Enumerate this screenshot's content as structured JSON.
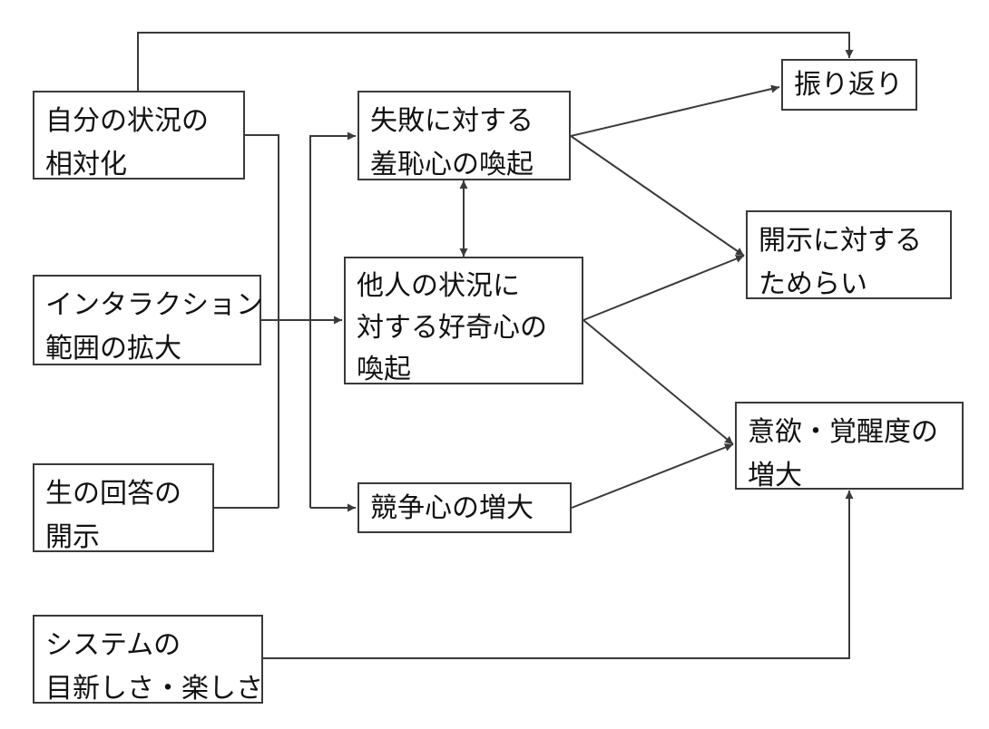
{
  "nodes": {
    "self_relativization": {
      "label": "自分の状況の\n相対化"
    },
    "interaction_expansion": {
      "label": "インタラクション\n範囲の拡大"
    },
    "raw_answer_disclosure": {
      "label": "生の回答の\n開示"
    },
    "system_novelty": {
      "label": "システムの\n目新しさ・楽しさ"
    },
    "shame_arousal": {
      "label": "失敗に対する\n羞恥心の喚起"
    },
    "curiosity_arousal": {
      "label": "他人の状況に\n対する好奇心の\n喚起"
    },
    "competition_increase": {
      "label": "競争心の増大"
    },
    "reflection": {
      "label": "振り返り"
    },
    "disclosure_hesitation": {
      "label": "開示に対する\nためらい"
    },
    "motivation_increase": {
      "label": "意欲・覚醒度の\n増大"
    }
  },
  "edges": [
    {
      "from": "self_relativization",
      "to": "reflection"
    },
    {
      "from": "self_relativization",
      "to": "shame_arousal"
    },
    {
      "from": "self_relativization",
      "to": "curiosity_arousal"
    },
    {
      "from": "self_relativization",
      "to": "competition_increase"
    },
    {
      "from": "interaction_expansion",
      "to": "shame_arousal"
    },
    {
      "from": "interaction_expansion",
      "to": "curiosity_arousal"
    },
    {
      "from": "interaction_expansion",
      "to": "competition_increase"
    },
    {
      "from": "raw_answer_disclosure",
      "to": "shame_arousal"
    },
    {
      "from": "raw_answer_disclosure",
      "to": "curiosity_arousal"
    },
    {
      "from": "raw_answer_disclosure",
      "to": "competition_increase"
    },
    {
      "from": "shame_arousal",
      "to": "curiosity_arousal",
      "bidirectional": true
    },
    {
      "from": "shame_arousal",
      "to": "reflection"
    },
    {
      "from": "shame_arousal",
      "to": "disclosure_hesitation"
    },
    {
      "from": "curiosity_arousal",
      "to": "disclosure_hesitation"
    },
    {
      "from": "curiosity_arousal",
      "to": "motivation_increase"
    },
    {
      "from": "competition_increase",
      "to": "motivation_increase"
    },
    {
      "from": "system_novelty",
      "to": "motivation_increase"
    }
  ],
  "colors": {
    "line": "#3a3a3a",
    "text": "#111111",
    "background": "#ffffff"
  }
}
